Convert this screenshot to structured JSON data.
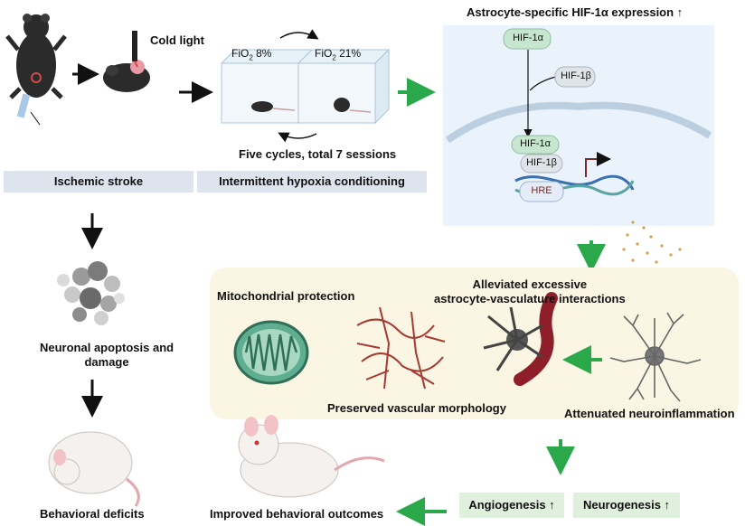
{
  "stroke": {
    "cold_light": "Cold light",
    "label": "Ischemic stroke"
  },
  "hypoxia": {
    "fio2_low_prefix": "FiO",
    "fio2_low_sub": "2",
    "fio2_low_value": " 8%",
    "fio2_high_prefix": "FiO",
    "fio2_high_sub": "2",
    "fio2_high_value": " 21%",
    "cycles": "Five cycles, total 7 sessions",
    "label": "Intermittent hypoxia conditioning"
  },
  "astrocyte": {
    "title": "Astrocyte-specific HIF-1α expression ↑",
    "hif1a": "HIF-1α",
    "hif1b": "HIF-1β",
    "hif1a_bound": "HIF-1α",
    "hif1b_bound": "HIF-1β",
    "hre": "HRE"
  },
  "neuron": {
    "apoptosis": "Neuronal apoptosis and\ndamage",
    "deficits": "Behavioral deficits"
  },
  "effects": {
    "mito": "Mitochondrial protection",
    "alleviated": "Alleviated excessive\nastrocyte-vasculature interactions",
    "vascular": "Preserved vascular morphology",
    "neuroinflam": "Attenuated neuroinflammation"
  },
  "outcomes": {
    "angio": "Angiogenesis ↑",
    "neuro": "Neurogenesis ↑",
    "improved": "Improved behavioral outcomes"
  },
  "colors": {
    "green_arrow": "#2aa84a",
    "box_blue": "#dde4ee",
    "cell_bg": "#eaf2fb",
    "effect_bg": "#fbf5e3",
    "hif_fill": "#c6e6cf"
  }
}
